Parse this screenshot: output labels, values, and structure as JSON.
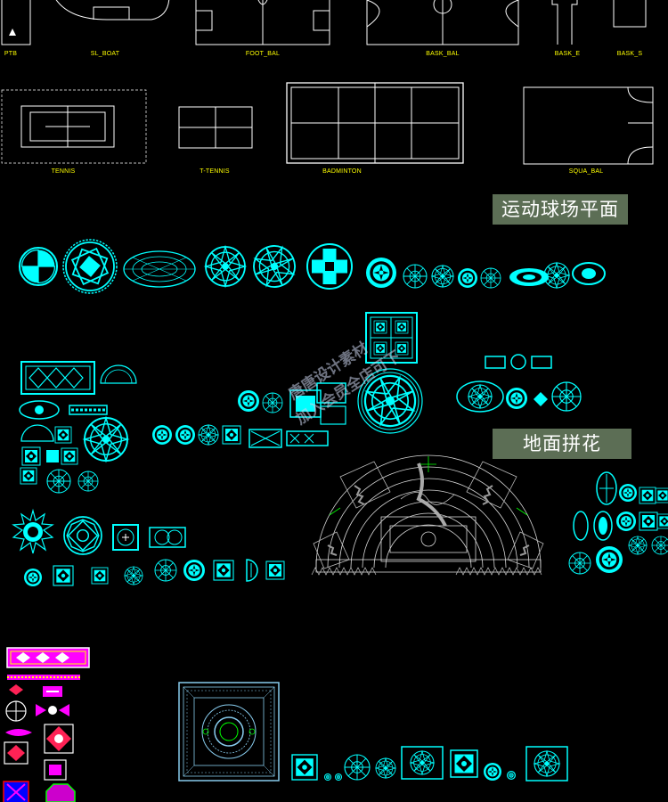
{
  "court_labels": {
    "ptb": "PTB",
    "sl_boat": "SL_BOAT",
    "foot_bal": "FOOT_BAL",
    "bask_bal": "BASK_BAL",
    "bask_e": "BASK_E",
    "bask_s": "BASK_S",
    "tennis": "TENNIS",
    "t_tennis": "T-TENNIS",
    "badminton": "BADMINTON",
    "squa_bal": "SQUA_BAL"
  },
  "section_tags": {
    "sports_courts": "运动球场平面",
    "floor_patterns": "地面拼花"
  },
  "watermark": {
    "line1": "唐唐设计素材",
    "line2": "加入会员全店可下"
  },
  "colors": {
    "background": "#000000",
    "cad_white": "#ffffff",
    "cad_cyan": "#00ffff",
    "cad_yellow": "#ffff00",
    "cad_magenta": "#ff00ff",
    "cad_green": "#00ff00",
    "tag_bg": "#5c6e55"
  }
}
